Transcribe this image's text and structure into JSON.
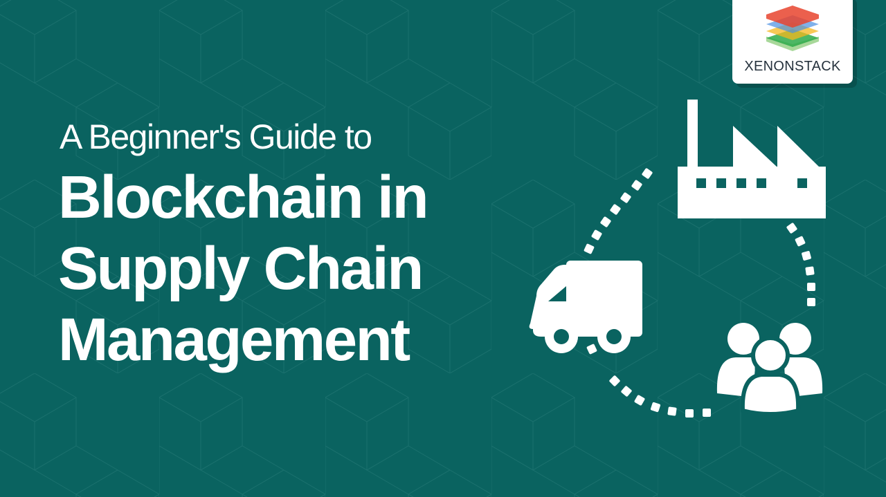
{
  "banner": {
    "subtitle": "A Beginner's Guide to",
    "headline_lines": [
      "Blockchain in",
      "Supply Chain",
      "Management"
    ]
  },
  "logo": {
    "brand_name": "XENONSTACK",
    "layer_colors": [
      "#e8442e",
      "#4a90e2",
      "#f5b71e",
      "#2eaa4a"
    ]
  },
  "illustration": {
    "icons": [
      "factory-icon",
      "delivery-truck-icon",
      "people-group-icon"
    ],
    "connector": "dotted-arc"
  },
  "colors": {
    "background": "#0a6360",
    "pattern_line": "#1a6f6c",
    "text": "#ffffff",
    "logo_text": "#26323d"
  }
}
